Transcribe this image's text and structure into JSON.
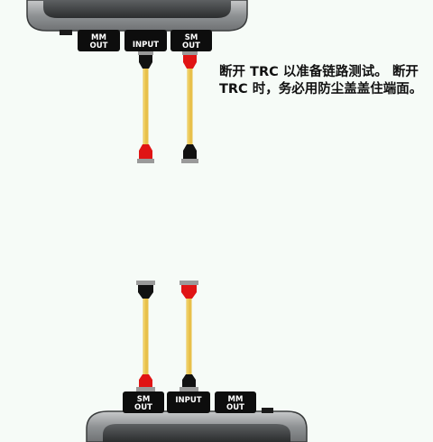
{
  "top_device": {
    "ports": [
      {
        "line1": "MM",
        "line2": "OUT"
      },
      {
        "line1": "INPUT",
        "line2": ""
      },
      {
        "line1": "SM",
        "line2": "OUT"
      }
    ]
  },
  "bottom_device": {
    "ports": [
      {
        "line1": "SM",
        "line2": "OUT"
      },
      {
        "line1": "INPUT",
        "line2": ""
      },
      {
        "line1": "MM",
        "line2": "OUT"
      }
    ]
  },
  "instruction": "断开 TRC 以准备链路测试。 断开 TRC 时，务必用防尘盖盖住端面。",
  "colors": {
    "background": "#f6fbf7",
    "cable": "#e8c04a",
    "connector_red": "#e01414",
    "connector_black": "#111111",
    "port_block": "#0d0d0d",
    "device_body": "#8f9294"
  }
}
